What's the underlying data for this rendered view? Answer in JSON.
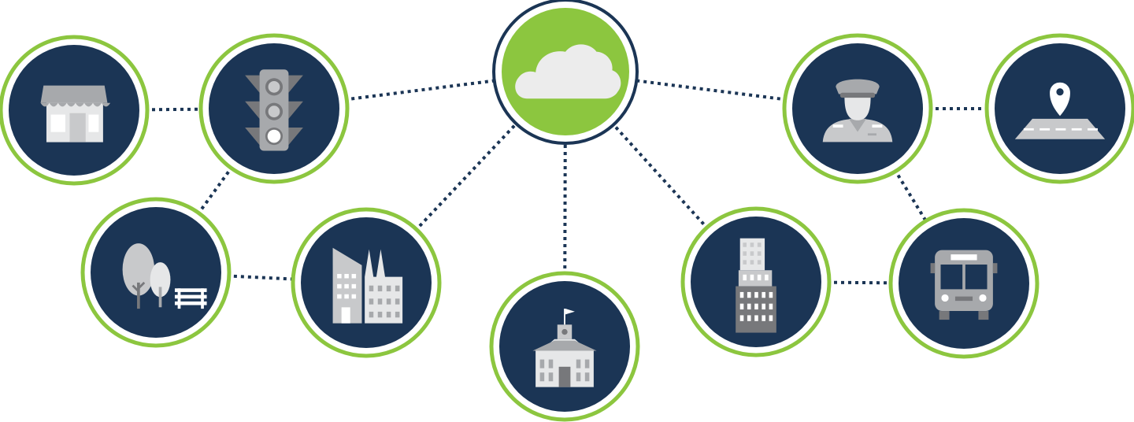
{
  "colors": {
    "navy": "#1b3555",
    "green": "#8cc63f",
    "ring_gap": "#ffffff",
    "icon_light": "#c8c9cb",
    "icon_mid": "#a7a9ac",
    "icon_dark": "#77787b",
    "link": "#1b3555"
  },
  "hub": {
    "icon": "cloud-icon"
  },
  "nodes": [
    {
      "id": "store",
      "icon": "storefront-icon"
    },
    {
      "id": "traffic",
      "icon": "traffic-light-icon"
    },
    {
      "id": "park",
      "icon": "park-icon"
    },
    {
      "id": "factory",
      "icon": "factory-icon"
    },
    {
      "id": "school",
      "icon": "school-building-icon"
    },
    {
      "id": "skyscraper",
      "icon": "skyscraper-icon"
    },
    {
      "id": "officer",
      "icon": "police-officer-icon"
    },
    {
      "id": "road",
      "icon": "road-location-icon"
    },
    {
      "id": "bus",
      "icon": "bus-icon"
    }
  ],
  "links": [
    [
      "store",
      "traffic"
    ],
    [
      "traffic",
      "hub"
    ],
    [
      "traffic",
      "park"
    ],
    [
      "park",
      "factory"
    ],
    [
      "factory",
      "hub"
    ],
    [
      "school",
      "hub"
    ],
    [
      "skyscraper",
      "hub"
    ],
    [
      "skyscraper",
      "bus"
    ],
    [
      "officer",
      "hub"
    ],
    [
      "officer",
      "road"
    ],
    [
      "officer",
      "bus"
    ]
  ]
}
